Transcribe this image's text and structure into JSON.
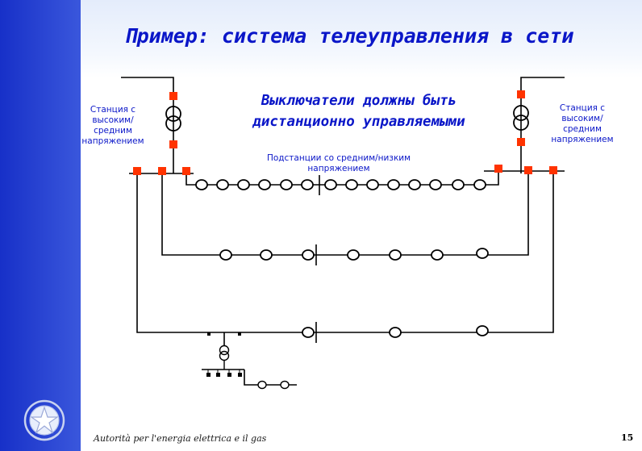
{
  "slide": {
    "title": "Пример: система телеуправления в сети",
    "center_note": "Выключатели должны быть дистанционно управляемыми",
    "station_left_label": "Станция с высоким/ средним напряжением",
    "station_right_label": "Станция с высоким/ средним напряжением",
    "substation_label": "Подстанции со средним/низким напряжением",
    "footer_text": "Autorità per l'energia elettrica e il gas",
    "page_number": "15"
  },
  "colors": {
    "band": "#1730c8",
    "title": "#0a16c8",
    "breaker": "#ff3300",
    "line": "#000000"
  },
  "icons": {
    "emblem": "italian-republic-emblem-icon",
    "transformer": "transformer-icon",
    "breaker": "breaker-square-icon",
    "switch": "open-switch-icon"
  }
}
